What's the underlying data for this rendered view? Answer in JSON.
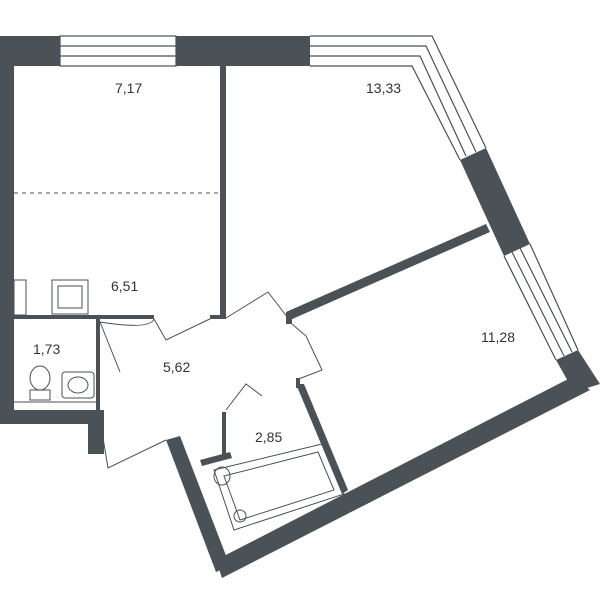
{
  "floorplan": {
    "colors": {
      "wall": "#4a5157",
      "thin": "#4a5157",
      "background": "#ffffff"
    },
    "rooms": [
      {
        "id": "kitchen",
        "label": "7,17"
      },
      {
        "id": "living",
        "label": "13,33"
      },
      {
        "id": "bedroom",
        "label": "11,28"
      },
      {
        "id": "kitchen-zone",
        "label": "6,51"
      },
      {
        "id": "wc",
        "label": "1,73"
      },
      {
        "id": "hall",
        "label": "5,62"
      },
      {
        "id": "bathroom",
        "label": "2,85"
      }
    ]
  }
}
